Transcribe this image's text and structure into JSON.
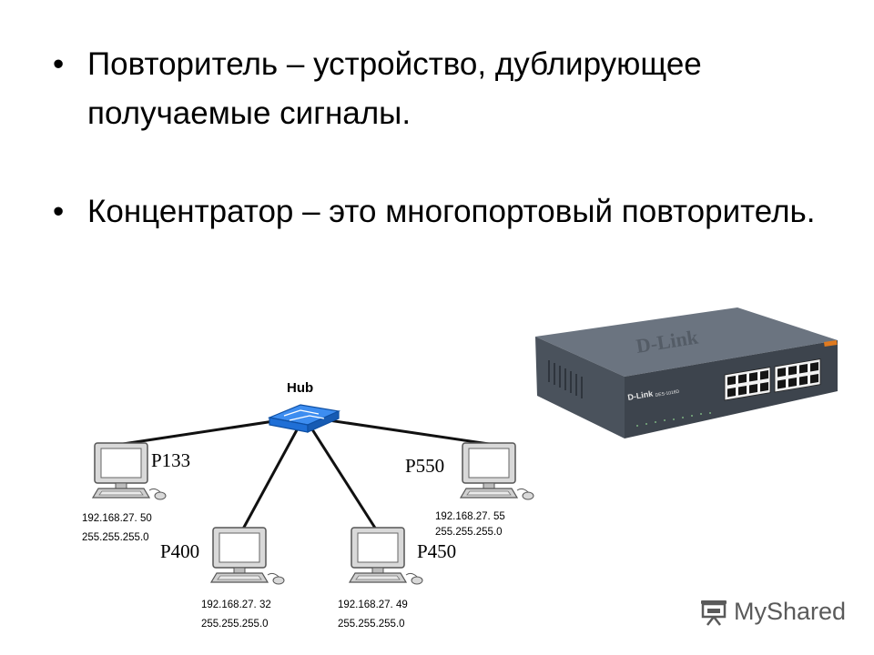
{
  "bullets": [
    "Повторитель – устройство, дублирующее получаемые сигналы.",
    "Концентратор – это многопортовый повторитель."
  ],
  "bullet_glyph": "•",
  "diagram": {
    "hub_label": "Hub",
    "computers": [
      {
        "name": "P133",
        "ip": "192.168.27. 50",
        "mask": "255.255.255.0"
      },
      {
        "name": "P400",
        "ip": "192.168.27. 32",
        "mask": "255.255.255.0"
      },
      {
        "name": "P450",
        "ip": "192.168.27. 49",
        "mask": "255.255.255.0"
      },
      {
        "name": "P550",
        "ip": "192.168.27. 55",
        "mask": "255.255.255.0"
      }
    ]
  },
  "device_photo": {
    "brand": "D-Link",
    "model": "DES-1016D"
  },
  "watermark": {
    "text": "MyShared",
    "icon": "projector-screen-icon"
  },
  "colors": {
    "hub_blue": "#1f6fd6",
    "device_body": "#5b6470",
    "watermark_gray": "#5a5a5a"
  }
}
